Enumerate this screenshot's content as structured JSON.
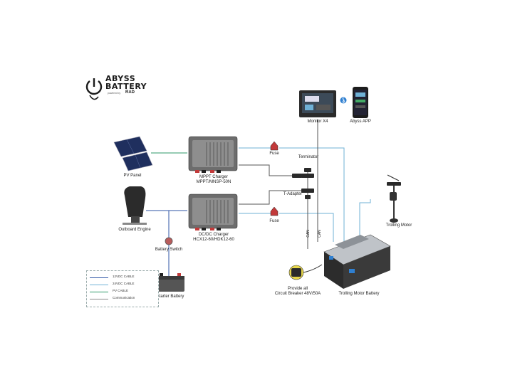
{
  "logo": {
    "line1": "ABYSS",
    "line2": "BATTERY",
    "tagline": "powered by",
    "brand": "RAD"
  },
  "devices": {
    "monitor": "Monitor X4",
    "app": "Abyss APP",
    "pv_panel": "PV Panel",
    "mppt_charger_line1": "MPPT Charger",
    "mppt_charger_line2": "MPPT/MNSP-50N",
    "fuse_top": "Fuse",
    "terminator": "Terminator",
    "t_adapter": "T-Adapter",
    "fuse_bottom": "Fuse",
    "outboard_engine": "Outboard Engine",
    "dcdc_charger_line1": "DC/DC Charger",
    "dcdc_charger_line2": "HCX12-60/HDK12-60",
    "battery_switch": "Battery Switch",
    "starter_battery": "Starter Battery",
    "trolling_motor": "Trolling Motor",
    "circuit_breaker_line1": "Provide all",
    "circuit_breaker_line2": "Circuit Breaker 48V/50A",
    "trolling_motor_battery": "Trolling Motor Battery",
    "can_label_1": "CAN",
    "can_label_2": "CAN"
  },
  "legend": [
    {
      "label": "12VDC CABLE",
      "color": "#2f56a6"
    },
    {
      "label": "24VDC CABLE",
      "color": "#6fb1d6"
    },
    {
      "label": "PV CABLE",
      "color": "#2e9a6a"
    },
    {
      "label": "Communication",
      "color": "#8a8a8a"
    }
  ],
  "colors": {
    "line_12v": "#2f56a6",
    "line_24v": "#6fb1d6",
    "line_pv": "#2e9a6a",
    "line_comm": "#8a8a8a",
    "device_dark": "#3a3a3a",
    "device_mid": "#7a7a7a",
    "fuse_red": "#c23a3a"
  }
}
